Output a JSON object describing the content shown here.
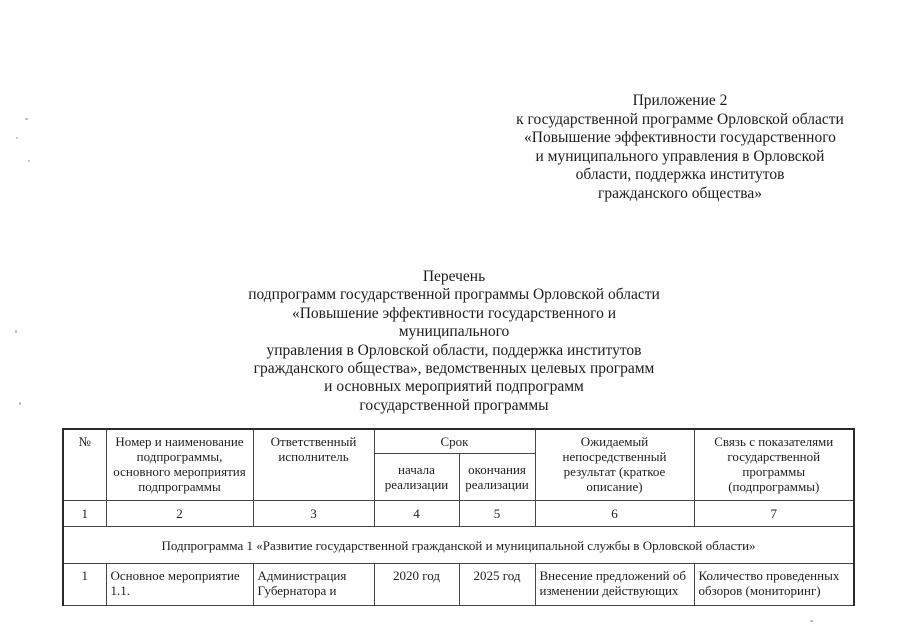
{
  "appendix": {
    "lines": [
      "Приложение 2",
      "к государственной программе Орловской области",
      "«Повышение эффективности государственного",
      "и муниципального управления в Орловской",
      "области, поддержка институтов",
      "гражданского общества»"
    ]
  },
  "title": {
    "lines": [
      "Перечень",
      "подпрограмм государственной программы Орловской области",
      "«Повышение эффективности государственного и муниципального",
      "управления в Орловской области, поддержка институтов",
      "гражданского общества», ведомственных целевых программ",
      "и основных мероприятий подпрограмм",
      "государственной программы"
    ]
  },
  "table": {
    "headers": {
      "num": "№",
      "name": "Номер и наименование подпрограммы, основного мероприятия подпрограммы",
      "executor": "Ответственный исполнитель",
      "term": "Срок",
      "term_start": "начала реализации",
      "term_end": "окончания реализации",
      "result": "Ожидаемый непосредственный результат (краткое описание)",
      "link": "Связь с показателями государственной программы (подпрограммы)"
    },
    "column_numbers": [
      "1",
      "2",
      "3",
      "4",
      "5",
      "6",
      "7"
    ],
    "section_row": "Подпрограмма 1 «Развитие государственной гражданской и муниципальной службы в Орловской области»",
    "rows": [
      {
        "num": "1",
        "name": "Основное мероприятие 1.1.",
        "executor": "Администрация Губернатора и",
        "start": "2020 год",
        "end": "2025 год",
        "result": "Внесение предложений об изменении действующих",
        "link": "Количество проведенных обзоров (мониторинг)"
      }
    ]
  }
}
